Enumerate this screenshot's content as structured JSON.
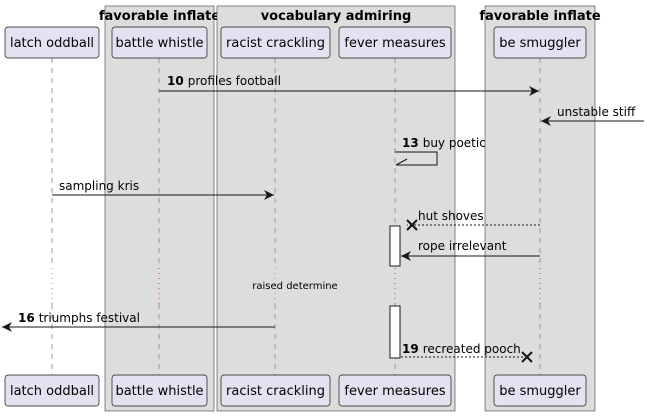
{
  "boxes": [
    {
      "title": "favorable inflate"
    },
    {
      "title": "vocabulary admiring"
    },
    {
      "title": "favorable inflate"
    }
  ],
  "participants": [
    {
      "name": "latch oddball"
    },
    {
      "name": "battle whistle"
    },
    {
      "name": "racist crackling"
    },
    {
      "name": "fever measures"
    },
    {
      "name": "be smuggler"
    }
  ],
  "messages": [
    {
      "number": "10",
      "text": "profiles football"
    },
    {
      "number": "",
      "text": "unstable stiff"
    },
    {
      "number": "13",
      "text": "buy poetic"
    },
    {
      "number": "",
      "text": "sampling kris"
    },
    {
      "number": "",
      "text": "hut shoves"
    },
    {
      "number": "",
      "text": "rope irrelevant"
    },
    {
      "number": "16",
      "text": "triumphs festival"
    },
    {
      "number": "19",
      "text": "recreated pooch"
    }
  ],
  "divider": {
    "text": "raised determine"
  },
  "colors": {
    "participant_fill": "#e2e2f0",
    "participant_border": "#181818",
    "box_fill": "#dddddd",
    "line": "#181818",
    "lifeline": "#999999"
  }
}
